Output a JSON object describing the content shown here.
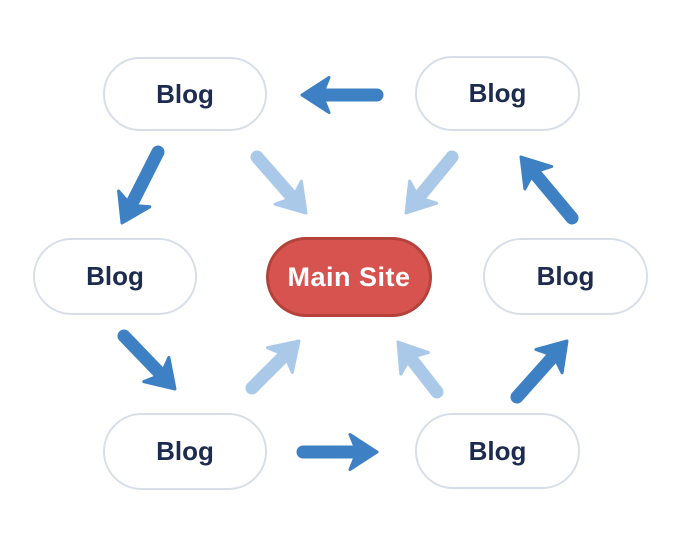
{
  "diagram": {
    "center": {
      "id": "main-site",
      "label": "Main Site"
    },
    "nodes": [
      {
        "id": "blog-top-left",
        "label": "Blog"
      },
      {
        "id": "blog-top-right",
        "label": "Blog"
      },
      {
        "id": "blog-mid-left",
        "label": "Blog"
      },
      {
        "id": "blog-mid-right",
        "label": "Blog"
      },
      {
        "id": "blog-bottom-left",
        "label": "Blog"
      },
      {
        "id": "blog-bottom-right",
        "label": "Blog"
      }
    ],
    "edges": [
      {
        "from": "blog-top-right",
        "to": "blog-top-left",
        "style": "ring"
      },
      {
        "from": "blog-top-left",
        "to": "blog-mid-left",
        "style": "ring"
      },
      {
        "from": "blog-mid-left",
        "to": "blog-bottom-left",
        "style": "ring"
      },
      {
        "from": "blog-bottom-left",
        "to": "blog-bottom-right",
        "style": "ring"
      },
      {
        "from": "blog-bottom-right",
        "to": "blog-mid-right",
        "style": "ring"
      },
      {
        "from": "blog-mid-right",
        "to": "blog-top-right",
        "style": "ring"
      },
      {
        "from": "blog-top-left",
        "to": "main-site",
        "style": "inward"
      },
      {
        "from": "blog-top-right",
        "to": "main-site",
        "style": "inward"
      },
      {
        "from": "blog-bottom-left",
        "to": "main-site",
        "style": "inward"
      },
      {
        "from": "blog-bottom-right",
        "to": "main-site",
        "style": "inward"
      }
    ],
    "colors": {
      "background": "#ffffff",
      "center_fill": "#d65350",
      "center_border": "#b4423b",
      "center_text": "#ffffff",
      "node_fill": "#ffffff",
      "node_border": "#d8dee9",
      "node_text": "#1c2b4e",
      "arrow_ring": "#3d81c4",
      "arrow_inward": "#aac9e9"
    }
  }
}
